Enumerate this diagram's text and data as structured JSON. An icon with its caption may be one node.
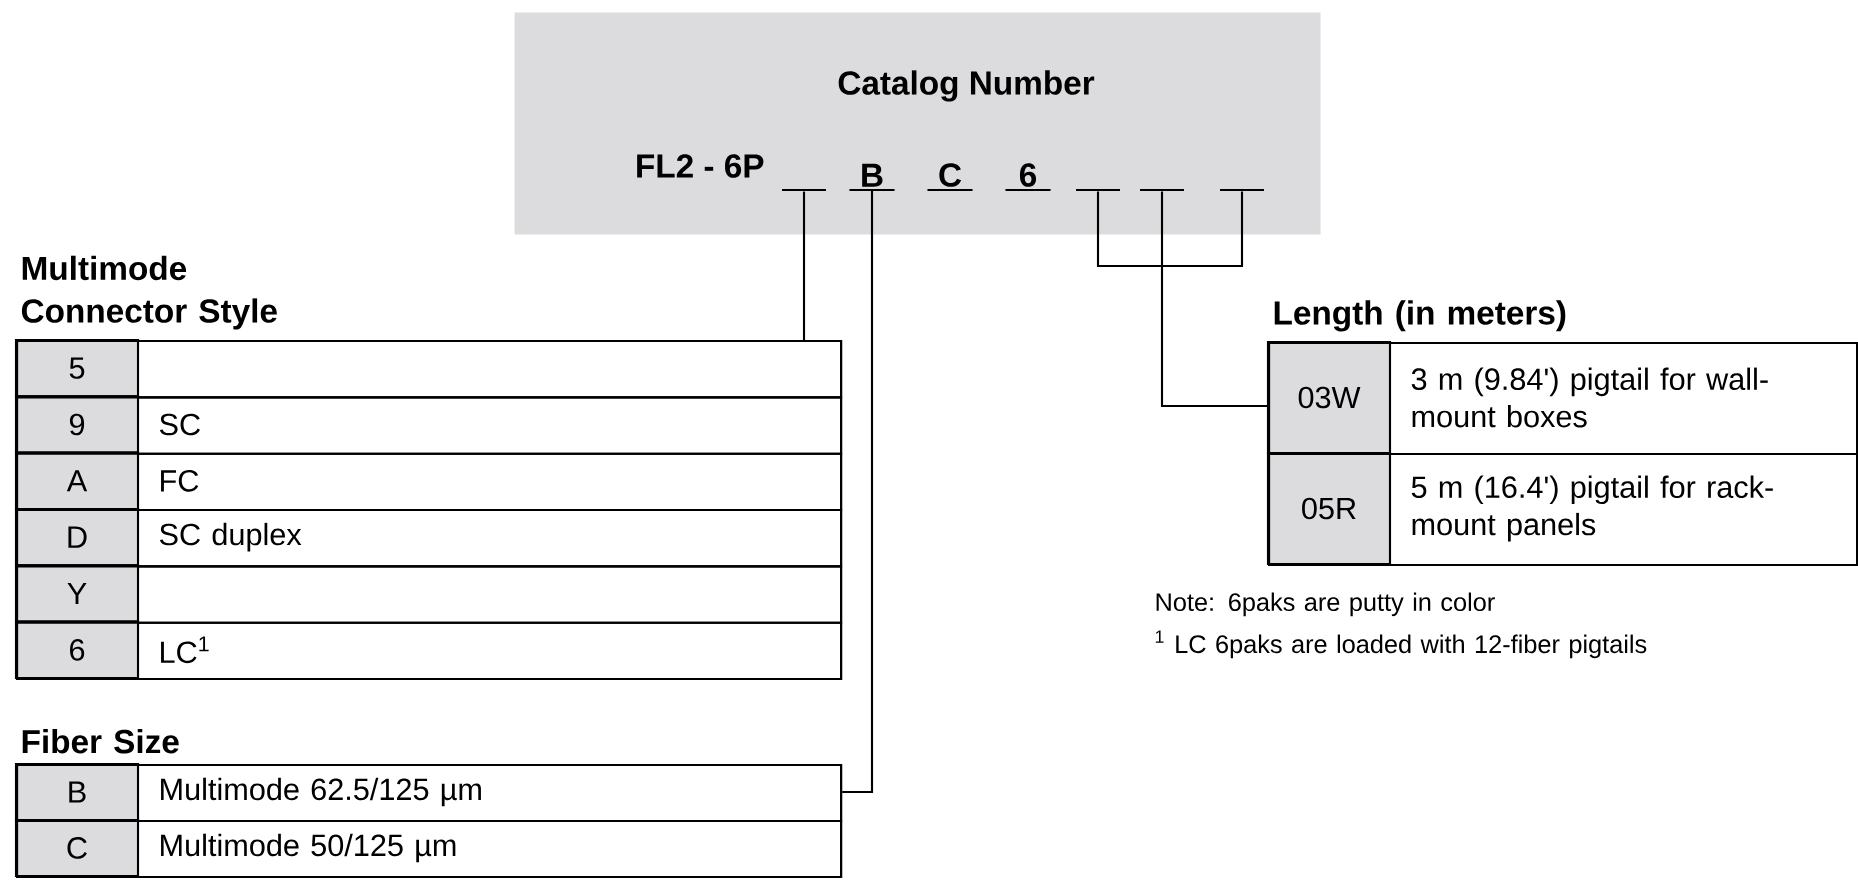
{
  "diagram": {
    "nodes": [
      {
        "text": [
          "Catalog Number",
          "FL2 - 6P"
        ]
      },
      {
        "text": [],
        "shape": "bar",
        "in": 0
      },
      {
        "text": [
          "B"
        ],
        "in": 0
      },
      {
        "text": [
          "C"
        ],
        "in": 0
      },
      {
        "text": [
          "6"
        ],
        "in": 0
      },
      {
        "text": [],
        "shape": "bar",
        "in": 0
      },
      {
        "text": [],
        "shape": "bar",
        "in": 0
      },
      {
        "text": [],
        "shape": "bar",
        "in": 0
      },
      {
        "text": [
          "Multimode Connector Style"
        ]
      },
      {
        "text": [
          "5"
        ],
        "in": 8
      },
      {
        "text": [
          "9",
          "SC"
        ],
        "in": 8
      },
      {
        "text": [
          "A",
          "FC"
        ],
        "in": 8
      },
      {
        "text": [
          "D",
          "SC duplex"
        ],
        "in": 8
      },
      {
        "text": [
          "Y"
        ],
        "in": 8
      },
      {
        "text": [
          "6",
          "LC$^{1}$"
        ],
        "in": 8
      },
      {
        "text": [
          "Fiber Size"
        ]
      },
      {
        "text": [
          "B",
          "Multimode 62.5/125 µm"
        ],
        "in": 15
      },
      {
        "text": [
          "C",
          "Multimode 50/125 µm"
        ],
        "in": 15
      },
      {
        "text": [
          "Length (in meters)"
        ]
      },
      {
        "text": [
          "03W",
          "3 m (9.84') pigtail for wall-mount boxes"
        ],
        "in": 18
      },
      {
        "text": [
          "05R",
          "5 m (16.4') pigtail for rack-mount panels"
        ],
        "in": 18
      }
    ],
    "edges": [
      {
        "from": 1,
        "to": 8,
        "arrow": "none"
      },
      {
        "from": 2,
        "to": 15,
        "arrow": "none"
      },
      {
        "from": 5,
        "to": 18,
        "arrow": "none"
      },
      {
        "from": 6,
        "to": 18,
        "arrow": "none"
      },
      {
        "from": 7,
        "to": 18,
        "arrow": "none"
      }
    ],
    "labels": [
      "Note: 6paks are putty in color",
      "$^{1}$ LC 6paks are loaded with 12-fiber pigtails"
    ]
  }
}
